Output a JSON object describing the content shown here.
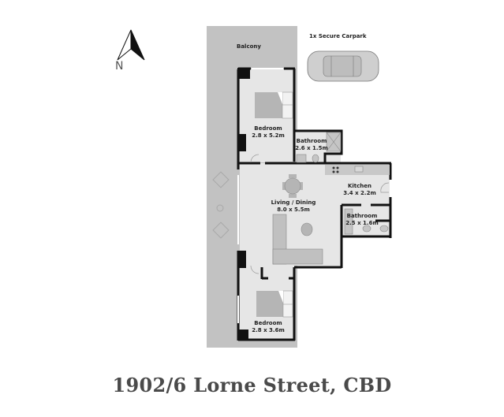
{
  "plan": {
    "title": "1902/6 Lorne Street, CBD",
    "north_label": "N",
    "carpark_label": "1x Secure Carpark",
    "balcony_label": "Balcony",
    "rooms": [
      {
        "name": "Bedroom",
        "size": "2.8 x 5.2m"
      },
      {
        "name": "Bathroom",
        "size": "2.6 x 1.5m"
      },
      {
        "name": "Kitchen",
        "size": "3.4 x 2.2m"
      },
      {
        "name": "Living / Dining",
        "size": "8.0 x 5.5m"
      },
      {
        "name": "Bathroom",
        "size": "2.5 x 1.6m"
      },
      {
        "name": "Bedroom",
        "size": "2.8 x 3.6m"
      }
    ],
    "colors": {
      "balcony": "#c2c2c2",
      "floor": "#e6e6e6",
      "wall": "#111111",
      "furniture": "#b5b5b5",
      "title": "#4a4a4a"
    }
  }
}
